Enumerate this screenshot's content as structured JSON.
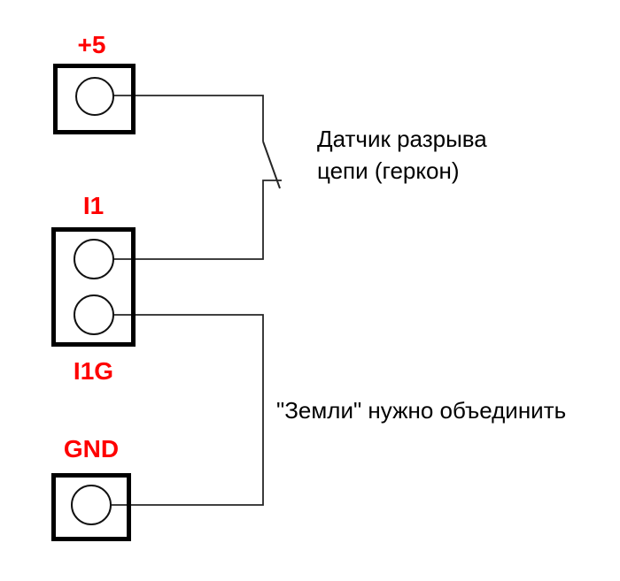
{
  "colors": {
    "label": "#fe0000",
    "wire": "#262626",
    "outline": "#000000",
    "background": "#ffffff"
  },
  "terminals": {
    "plus5": {
      "label": "+5"
    },
    "i1": {
      "label": "I1"
    },
    "i1g": {
      "label": "I1G"
    },
    "gnd": {
      "label": "GND"
    }
  },
  "annotations": {
    "reed_switch_line1": "Датчик разрыва",
    "reed_switch_line2": "цепи (геркон)",
    "ground_note": "\"Земли\" нужно объединить"
  }
}
